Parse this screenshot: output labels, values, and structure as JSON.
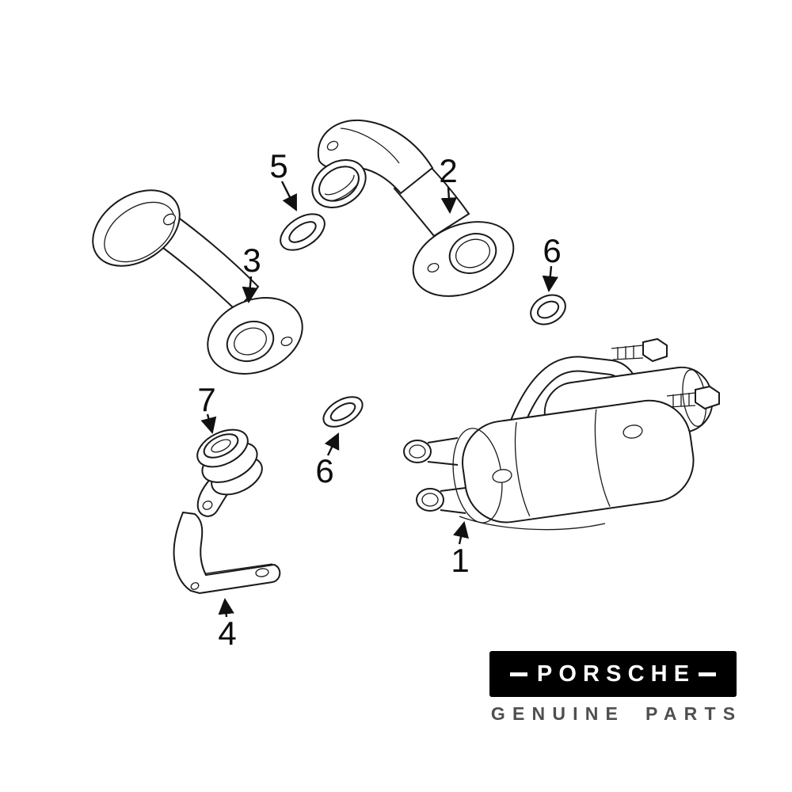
{
  "diagram": {
    "description": "exploded-parts-diagram",
    "callouts": [
      {
        "label": "1"
      },
      {
        "label": "2"
      },
      {
        "label": "3"
      },
      {
        "label": "4"
      },
      {
        "label": "5"
      },
      {
        "label": "6"
      },
      {
        "label": "6"
      },
      {
        "label": "7"
      }
    ]
  },
  "logo": {
    "brand": "PORSCHE",
    "subtitle": "GENUINE PARTS"
  },
  "colors": {
    "background": "#ffffff",
    "line": "#1a1a1a",
    "logo_bar": "#000000",
    "logo_text": "#ffffff",
    "subtitle_text": "#4f4f4f"
  }
}
